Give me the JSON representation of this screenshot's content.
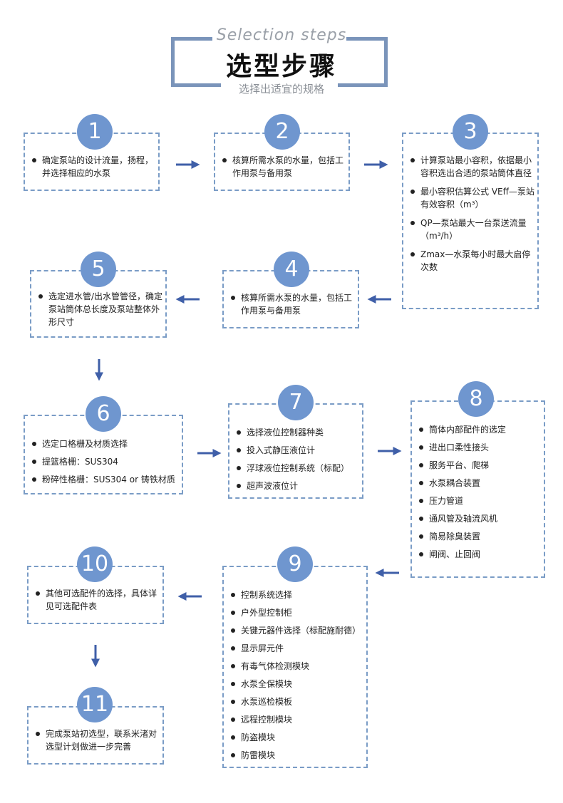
{
  "header": {
    "subtitle_en": "Selection steps",
    "title": "选型步骤",
    "tagline": "选择出适宜的规格"
  },
  "colors": {
    "accent": "#6f96cf",
    "border": "#7a9cc6",
    "arrow": "#3f5fa8"
  },
  "steps": [
    {
      "number": "1",
      "items": [
        "确定泵站的设计流量，扬程，并选择相应的水泵"
      ]
    },
    {
      "number": "2",
      "items": [
        "核算所需水泵的水量，包括工作用泵与备用泵"
      ]
    },
    {
      "number": "3",
      "items": [
        "计算泵站最小容积，依据最小容积选出合适的泵站筒体直径",
        "最小容积估算公式 VEff—泵站有效容积（m³）",
        "QP—泵站最大一台泵送流量（m³/h）",
        "Zmax—水泵每小时最大启停次数"
      ]
    },
    {
      "number": "4",
      "items": [
        "核算所需水泵的水量，包括工作用泵与备用泵"
      ]
    },
    {
      "number": "5",
      "items": [
        "选定进水管/出水管管径，确定泵站筒体总长度及泵站整体外形尺寸"
      ]
    },
    {
      "number": "6",
      "items": [
        "选定口格栅及材质选择",
        "提篮格栅：SUS304",
        "粉碎性格栅：SUS304 or 铸铁材质"
      ]
    },
    {
      "number": "7",
      "items": [
        "选择液位控制器种类",
        "投入式静压液位计",
        "浮球液位控制系统（标配）",
        "超声波液位计"
      ]
    },
    {
      "number": "8",
      "items": [
        "筒体内部配件的选定",
        "进出口柔性接头",
        "服务平台、爬梯",
        "水泵耦合装置",
        "压力管道",
        "通风管及轴流风机",
        "简易除臭装置",
        "闸阀、止回阀"
      ]
    },
    {
      "number": "9",
      "items": [
        "控制系统选择",
        "户外型控制柜",
        "关键元器件选择（标配施耐德）",
        "显示屏元件",
        "有毒气体检测模块",
        "水泵全保模块",
        "水泵巡检模板",
        "远程控制模块",
        "防盗模块",
        "防雷模块"
      ]
    },
    {
      "number": "10",
      "items": [
        "其他可选配件的选择，具体详见可选配件表"
      ]
    },
    {
      "number": "11",
      "items": [
        "完成泵站初选型，联系米渚对选型计划做进一步完善"
      ]
    }
  ]
}
